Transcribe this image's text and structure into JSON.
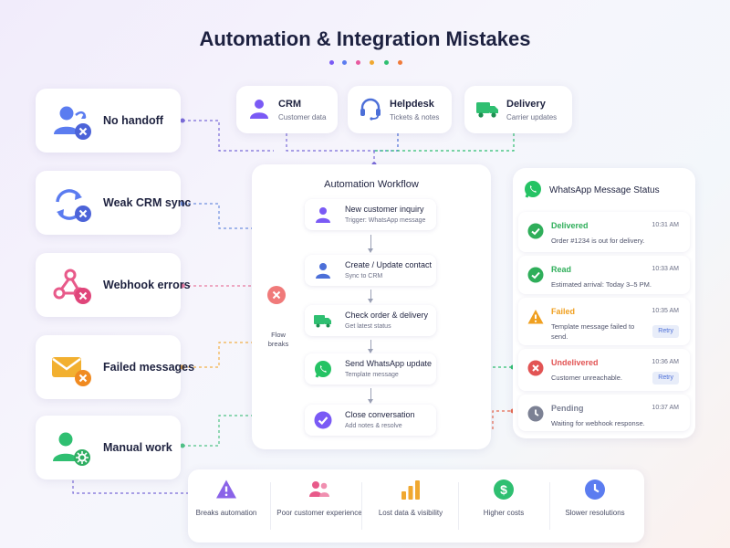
{
  "title": "Automation & Integration Mistakes",
  "accent_dots": [
    "#7a5af5",
    "#5b7cf0",
    "#e85aa0",
    "#f0a830",
    "#2fbf71",
    "#f07a3a"
  ],
  "mistakes": [
    {
      "label": "No handoff",
      "icon": "user-x-icon",
      "color": "#5b7cf0"
    },
    {
      "label": "Weak CRM sync",
      "icon": "sync-x-icon",
      "color": "#5b7cf0"
    },
    {
      "label": "Webhook errors",
      "icon": "webhook-x-icon",
      "color": "#e85a8a"
    },
    {
      "label": "Failed messages",
      "icon": "envelope-x-icon",
      "color": "#f0a830"
    },
    {
      "label": "Manual work",
      "icon": "user-gear-icon",
      "color": "#2fbf71"
    }
  ],
  "sources": [
    {
      "title": "CRM",
      "subtitle": "Customer data",
      "icon": "user-icon",
      "color": "#7a5af5"
    },
    {
      "title": "Helpdesk",
      "subtitle": "Tickets & notes",
      "icon": "headset-icon",
      "color": "#4c6fd8"
    },
    {
      "title": "Delivery",
      "subtitle": "Carrier updates",
      "icon": "truck-icon",
      "color": "#2fbf71"
    }
  ],
  "workflow": {
    "title": "Automation Workflow",
    "flow_label": "Flow breaks",
    "steps": [
      {
        "title": "New customer inquiry",
        "subtitle": "Trigger: WhatsApp message",
        "icon": "user-icon",
        "color": "#7a5af5"
      },
      {
        "title": "Create / Update contact",
        "subtitle": "Sync to CRM",
        "icon": "user-icon",
        "color": "#4c6fd8"
      },
      {
        "title": "Check order & delivery",
        "subtitle": "Get latest status",
        "icon": "truck-icon",
        "color": "#2fbf71"
      },
      {
        "title": "Send WhatsApp update",
        "subtitle": "Template message",
        "icon": "whatsapp-icon",
        "color": "#25c364"
      },
      {
        "title": "Close conversation",
        "subtitle": "Add notes & resolve",
        "icon": "check-icon",
        "color": "#7a5af5"
      }
    ]
  },
  "status_panel": {
    "title": "WhatsApp Message Status",
    "rows": [
      {
        "status": "Delivered",
        "time": "10:31 AM",
        "desc": "Order #1234 is out for delivery.",
        "color": "#2fae5a",
        "icon": "check-circle-icon",
        "retry": ""
      },
      {
        "status": "Read",
        "time": "10:33 AM",
        "desc": "Estimated arrival: Today 3–5 PM.",
        "color": "#2fae5a",
        "icon": "check-circle-icon",
        "retry": ""
      },
      {
        "status": "Failed",
        "time": "10:35 AM",
        "desc": "Template message failed to send.",
        "color": "#f0a020",
        "icon": "warning-icon",
        "retry": "Retry"
      },
      {
        "status": "Undelivered",
        "time": "10:36 AM",
        "desc": "Customer unreachable.",
        "color": "#e25454",
        "icon": "x-circle-icon",
        "retry": "Retry"
      },
      {
        "status": "Pending",
        "time": "10:37 AM",
        "desc": "Waiting for webhook response.",
        "color": "#7c8194",
        "icon": "clock-icon",
        "retry": ""
      }
    ]
  },
  "impacts": [
    {
      "label": "Breaks automation",
      "icon": "warning-icon",
      "color": "#8a63e8"
    },
    {
      "label": "Poor customer experience",
      "icon": "users-icon",
      "color": "#e85a8a"
    },
    {
      "label": "Lost data & visibility",
      "icon": "bar-chart-icon",
      "color": "#f0a830"
    },
    {
      "label": "Higher costs",
      "icon": "dollar-icon",
      "color": "#2fbf71"
    },
    {
      "label": "Slower resolutions",
      "icon": "clock-icon",
      "color": "#5b7cf0"
    }
  ]
}
